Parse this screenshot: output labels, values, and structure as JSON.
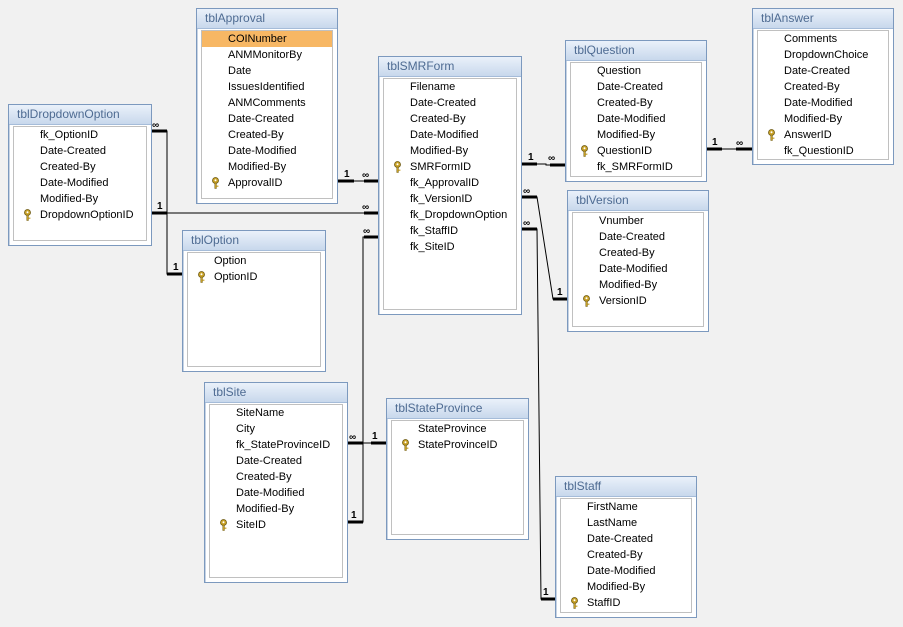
{
  "tables": {
    "approval": {
      "title": "tblApproval",
      "fields": [
        {
          "name": "COINumber",
          "key": false,
          "selected": true
        },
        {
          "name": "ANMMonitorBy",
          "key": false
        },
        {
          "name": "Date",
          "key": false
        },
        {
          "name": "IssuesIdentified",
          "key": false
        },
        {
          "name": "ANMComments",
          "key": false
        },
        {
          "name": "Date-Created",
          "key": false
        },
        {
          "name": "Created-By",
          "key": false
        },
        {
          "name": "Date-Modified",
          "key": false
        },
        {
          "name": "Modified-By",
          "key": false
        },
        {
          "name": "ApprovalID",
          "key": true
        }
      ]
    },
    "smrform": {
      "title": "tblSMRForm",
      "fields": [
        {
          "name": "Filename",
          "key": false
        },
        {
          "name": "Date-Created",
          "key": false
        },
        {
          "name": "Created-By",
          "key": false
        },
        {
          "name": "Date-Modified",
          "key": false
        },
        {
          "name": "Modified-By",
          "key": false
        },
        {
          "name": "SMRFormID",
          "key": true
        },
        {
          "name": "fk_ApprovalID",
          "key": false
        },
        {
          "name": "fk_VersionID",
          "key": false
        },
        {
          "name": "fk_DropdownOption",
          "key": false
        },
        {
          "name": "fk_StaffID",
          "key": false
        },
        {
          "name": "fk_SiteID",
          "key": false
        }
      ]
    },
    "question": {
      "title": "tblQuestion",
      "fields": [
        {
          "name": "Question",
          "key": false
        },
        {
          "name": "Date-Created",
          "key": false
        },
        {
          "name": "Created-By",
          "key": false
        },
        {
          "name": "Date-Modified",
          "key": false
        },
        {
          "name": "Modified-By",
          "key": false
        },
        {
          "name": "QuestionID",
          "key": true
        },
        {
          "name": "fk_SMRFormID",
          "key": false
        }
      ]
    },
    "answer": {
      "title": "tblAnswer",
      "fields": [
        {
          "name": "Comments",
          "key": false
        },
        {
          "name": "DropdownChoice",
          "key": false
        },
        {
          "name": "Date-Created",
          "key": false
        },
        {
          "name": "Created-By",
          "key": false
        },
        {
          "name": "Date-Modified",
          "key": false
        },
        {
          "name": "Modified-By",
          "key": false
        },
        {
          "name": "AnswerID",
          "key": true
        },
        {
          "name": "fk_QuestionID",
          "key": false
        }
      ]
    },
    "dropdown": {
      "title": "tblDropdownOption",
      "fields": [
        {
          "name": "fk_OptionID",
          "key": false
        },
        {
          "name": "Date-Created",
          "key": false
        },
        {
          "name": "Created-By",
          "key": false
        },
        {
          "name": "Date-Modified",
          "key": false
        },
        {
          "name": "Modified-By",
          "key": false
        },
        {
          "name": "DropdownOptionID",
          "key": true
        }
      ]
    },
    "option": {
      "title": "tblOption",
      "fields": [
        {
          "name": "Option",
          "key": false
        },
        {
          "name": "OptionID",
          "key": true
        }
      ]
    },
    "version": {
      "title": "tblVersion",
      "fields": [
        {
          "name": "Vnumber",
          "key": false
        },
        {
          "name": "Date-Created",
          "key": false
        },
        {
          "name": "Created-By",
          "key": false
        },
        {
          "name": "Date-Modified",
          "key": false
        },
        {
          "name": "Modified-By",
          "key": false
        },
        {
          "name": "VersionID",
          "key": true
        }
      ]
    },
    "site": {
      "title": "tblSite",
      "fields": [
        {
          "name": "SiteName",
          "key": false
        },
        {
          "name": "City",
          "key": false
        },
        {
          "name": "fk_StateProvinceID",
          "key": false
        },
        {
          "name": "Date-Created",
          "key": false
        },
        {
          "name": "Created-By",
          "key": false
        },
        {
          "name": "Date-Modified",
          "key": false
        },
        {
          "name": "Modified-By",
          "key": false
        },
        {
          "name": "SiteID",
          "key": true
        }
      ]
    },
    "stateprovince": {
      "title": "tblStateProvince",
      "fields": [
        {
          "name": "StateProvince",
          "key": false
        },
        {
          "name": "StateProvinceID",
          "key": true
        }
      ]
    },
    "staff": {
      "title": "tblStaff",
      "fields": [
        {
          "name": "FirstName",
          "key": false
        },
        {
          "name": "LastName",
          "key": false
        },
        {
          "name": "Date-Created",
          "key": false
        },
        {
          "name": "Created-By",
          "key": false
        },
        {
          "name": "Date-Modified",
          "key": false
        },
        {
          "name": "Modified-By",
          "key": false
        },
        {
          "name": "StaffID",
          "key": true
        }
      ]
    }
  },
  "cardinality": {
    "one": "1",
    "many": "∞"
  },
  "colors": {
    "title": "#4e6b92",
    "selected": "#f7b764",
    "key": "#c9a227",
    "line": "#000000"
  }
}
